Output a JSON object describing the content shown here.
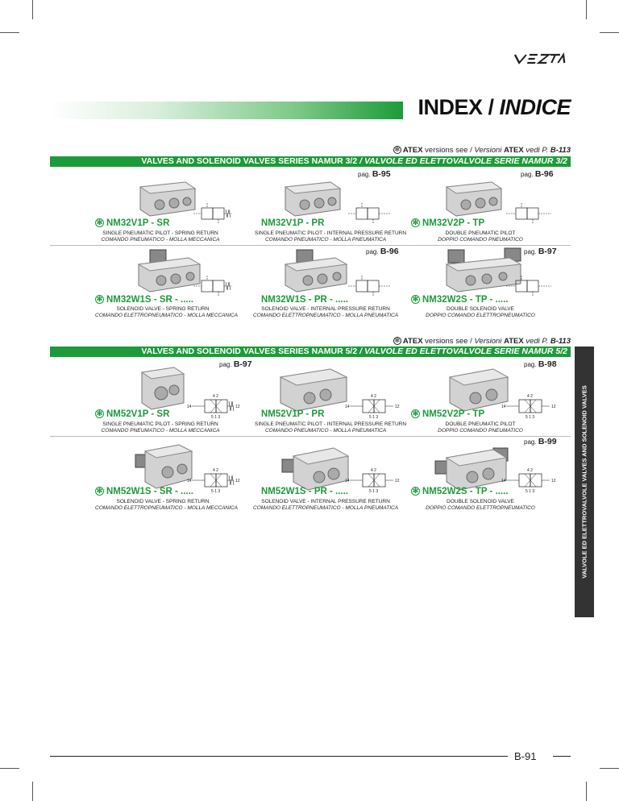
{
  "title": {
    "main": "INDEX / ",
    "italic": "INDICE"
  },
  "atex_note": {
    "atex": "ATEX",
    "versions_see": " versions see / ",
    "versioni": "Versioni",
    "atex2": "ATEX",
    "vedi": "vedi",
    "p": "P.",
    "ref1": "B-113",
    "ref2": "B-113"
  },
  "section1": {
    "label": "VALVES AND SOLENOID VALVES SERIES NAMUR 3/2 ",
    "italic": " / VALVOLE ED ELETTOVALVOLE SERIE NAMUR 3/2"
  },
  "section2": {
    "label": "VALVES AND SOLENOID VALVES SERIES NAMUR 5/2 ",
    "italic": " / VALVOLE ED ELETTOVALVOLE SERIE NAMUR 5/2"
  },
  "pag_label": "pag.",
  "pages": {
    "s1a": "B-95",
    "s1b": "B-96",
    "s1c": "B-96",
    "s1d": "B-97",
    "s2a": "B-97",
    "s2b": "B-98",
    "s2c": "B-99"
  },
  "star": "✻",
  "products": [
    {
      "name": "NM32V1P - SR",
      "d1": "SINGLE PNEUMATIC PILOT - SPRING RETURN",
      "d2": "COMANDO PNEUMATICO - MOLLA MECCANICA"
    },
    {
      "name": "NM32V1P - PR",
      "d1": "SINGLE PNEUMATIC PILOT - INTERNAL PRESSURE RETURN",
      "d2": "COMANDO PNEUMATICO - MOLLA PNEUMATICA"
    },
    {
      "name": "NM32V2P - TP",
      "d1": "DOUBLE PNEUMATIC PILOT",
      "d2": "DOPPIO COMANDO PNEUMATICO"
    },
    {
      "name": "NM32W1S - SR - .....",
      "d1": "SOLENOID VALVE - SPRING RETURN",
      "d2": "COMANDO ELETTROPNEUMATICO - MOLLA MECCANICA"
    },
    {
      "name": "NM32W1S - PR - .....",
      "d1": "SOLENOID VALVE - INTERNAL PRESSURE RETURN",
      "d2": "COMANDO ELETTROPNEUMATICO - MOLLA PNEUMATICA"
    },
    {
      "name": "NM32W2S - TP - .....",
      "d1": "DOUBLE SOLENOID VALVE",
      "d2": "DOPPIO COMANDO ELETTROPNEUMATICO"
    },
    {
      "name": "NM52V1P - SR",
      "d1": "SINGLE PNEUMATIC PILOT - SPRING RETURN",
      "d2": "COMANDO PNEUMATICO - MOLLA MECCANICA"
    },
    {
      "name": "NM52V1P - PR",
      "d1": "SINGLE PNEUMATIC PILOT - INTERNAL PRESSURE RETURN",
      "d2": "COMANDO PNEUMATICO - MOLLA PNEUMATICA"
    },
    {
      "name": "NM52V2P - TP",
      "d1": "DOUBLE PNEUMATIC PILOT",
      "d2": "DOPPIO COMANDO PNEUMATICO"
    },
    {
      "name": "NM52W1S - SR - .....",
      "d1": "SOLENOID VALVE - SPRING RETURN",
      "d2": "COMANDO ELETTROPNEUMATICO - MOLLA MECCANICA"
    },
    {
      "name": "NM52W1S - PR - .....",
      "d1": "SOLENOID VALVE - INTERNAL PRESSURE RETURN",
      "d2": "COMANDO ELETTROPNEUMATICO - MOLLA PNEUMATICA"
    },
    {
      "name": "NM52W2S - TP - .....",
      "d1": "DOUBLE SOLENOID VALVE",
      "d2": "DOPPIO COMANDO ELETTROPNEUMATICO"
    }
  ],
  "symbol_ports": {
    "p12": "12",
    "p14": "14",
    "p4": "4",
    "p2": "2",
    "p5": "5",
    "p1": "1",
    "p3": "3"
  },
  "side_tab": "VALVOLE ED ELETTROVALVOLE  VALVES AND SOLENOID VALVES",
  "page_number": "B-91",
  "colors": {
    "green": "#1d9b3a",
    "dark": "#333333"
  }
}
